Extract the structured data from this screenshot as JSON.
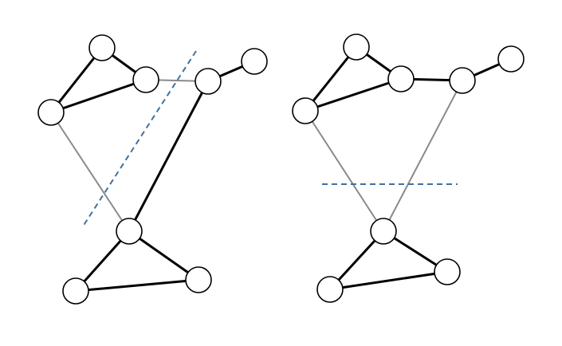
{
  "diagram": {
    "graphs": [
      {
        "id": "left",
        "nodes": [
          "a",
          "b",
          "c",
          "d",
          "e",
          "f",
          "g",
          "h"
        ],
        "edges": [
          {
            "from": "a",
            "to": "b",
            "style": "bold"
          },
          {
            "from": "a",
            "to": "c",
            "style": "bold"
          },
          {
            "from": "b",
            "to": "c",
            "style": "bold"
          },
          {
            "from": "d",
            "to": "e",
            "style": "bold"
          },
          {
            "from": "b",
            "to": "d",
            "style": "thin"
          },
          {
            "from": "c",
            "to": "f",
            "style": "thin"
          },
          {
            "from": "d",
            "to": "f",
            "style": "bold"
          },
          {
            "from": "f",
            "to": "g",
            "style": "bold"
          },
          {
            "from": "f",
            "to": "h",
            "style": "bold"
          },
          {
            "from": "g",
            "to": "h",
            "style": "bold"
          }
        ],
        "cut": "diagonal"
      },
      {
        "id": "right",
        "nodes": [
          "a",
          "b",
          "c",
          "d",
          "e",
          "f",
          "g",
          "h"
        ],
        "edges": [
          {
            "from": "a",
            "to": "b",
            "style": "bold"
          },
          {
            "from": "a",
            "to": "c",
            "style": "bold"
          },
          {
            "from": "b",
            "to": "c",
            "style": "bold"
          },
          {
            "from": "b",
            "to": "d",
            "style": "bold"
          },
          {
            "from": "d",
            "to": "e",
            "style": "bold"
          },
          {
            "from": "c",
            "to": "f",
            "style": "thin"
          },
          {
            "from": "d",
            "to": "f",
            "style": "thin"
          },
          {
            "from": "f",
            "to": "g",
            "style": "bold"
          },
          {
            "from": "f",
            "to": "h",
            "style": "bold"
          },
          {
            "from": "g",
            "to": "h",
            "style": "bold"
          }
        ],
        "cut": "horizontal"
      }
    ],
    "colors": {
      "node_fill": "#ffffff",
      "node_stroke": "#000000",
      "bold_edge": "#000000",
      "thin_edge": "#8a8a8a",
      "cut_line": "#41719c"
    }
  }
}
